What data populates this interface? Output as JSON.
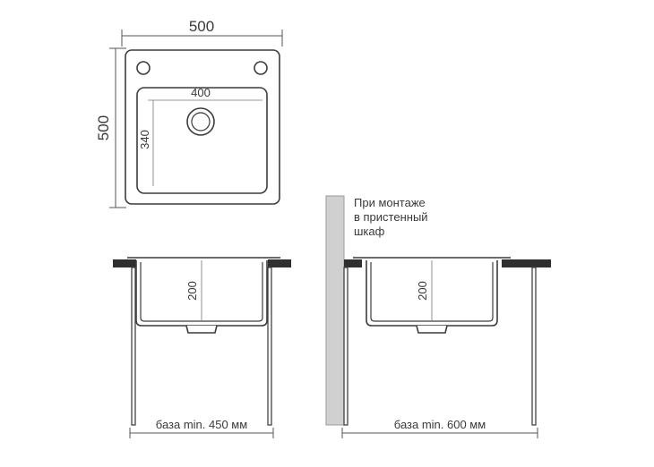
{
  "top_view": {
    "width_label": "500",
    "height_label": "500",
    "bowl_width_label": "400",
    "bowl_depth_label": "340"
  },
  "side_view_left": {
    "depth_label": "200",
    "base_label": "база min. 450 мм"
  },
  "side_view_right": {
    "depth_label": "200",
    "base_label": "база min. 600 мм",
    "note_lines": [
      "При монтаже",
      "в пристенный",
      "шкаф"
    ]
  },
  "colors": {
    "line": "#3c3c3c",
    "countertop": "#2f2f2f",
    "wall": "#d0d0d0"
  }
}
